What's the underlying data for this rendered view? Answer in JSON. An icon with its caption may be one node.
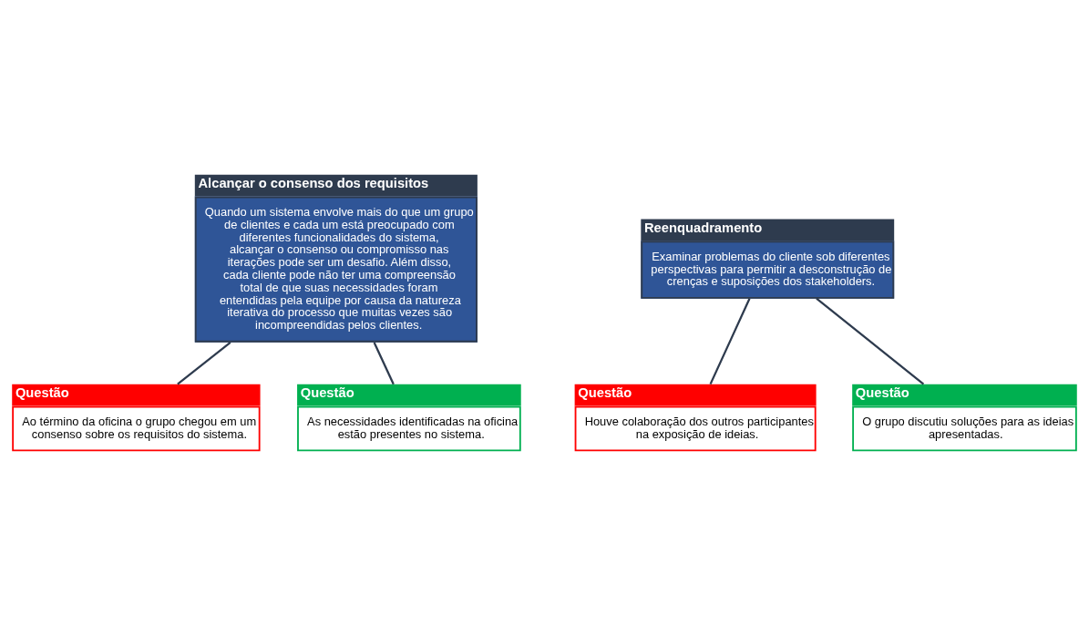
{
  "diagram": {
    "nodes": [
      {
        "text": [
          "Alcançar o consenso dos requisitos",
          "Quando um sistema envolve mais do que um grupo de clientes e cada um está preocupado com diferentes funcionalidades do sistema, alcançar o consenso ou compromisso nas iterações pode ser um desafio. Além disso, cada cliente pode não ter uma compreensão total de que suas necessidades foram entendidas pela equipe por causa da natureza iterativa do processo que muitas vezes são incompreendidas pelos clientes."
        ]
      },
      {
        "text": [
          "Questão",
          "Ao término da oficina o grupo chegou em um consenso sobre os requisitos do sistema."
        ]
      },
      {
        "text": [
          "Questão",
          "As necessidades identificadas na oficina estão presentes no sistema."
        ]
      },
      {
        "text": [
          "Reenquadramento",
          "Examinar problemas do cliente sob diferentes perspectivas para permitir a desconstrução de crenças e suposições dos stakeholders."
        ]
      },
      {
        "text": [
          "Questão",
          "Houve colaboração dos outros participantes na exposição de ideias."
        ]
      },
      {
        "text": [
          "Questão",
          "O grupo discutiu soluções para as ideias apresentadas."
        ]
      }
    ],
    "edges": [
      {
        "from": 0,
        "to": 1,
        "arrow": "none"
      },
      {
        "from": 0,
        "to": 2,
        "arrow": "none"
      },
      {
        "from": 3,
        "to": 4,
        "arrow": "none"
      },
      {
        "from": 3,
        "to": 5,
        "arrow": "none"
      }
    ]
  }
}
